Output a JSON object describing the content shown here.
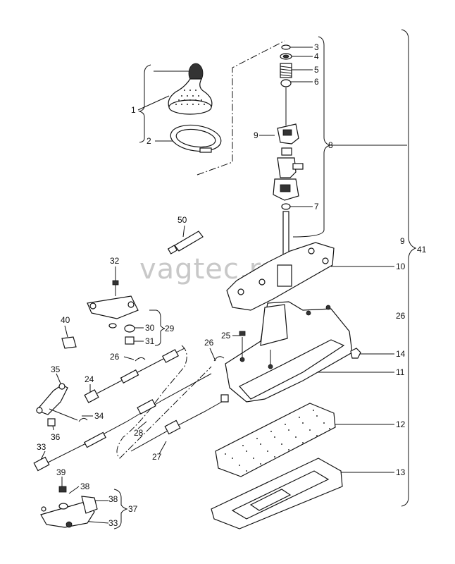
{
  "watermark": "vagtec.ru",
  "callouts": {
    "c1": "1",
    "c2": "2",
    "c3": "3",
    "c4": "4",
    "c5": "5",
    "c6": "6",
    "c7": "7",
    "c8": "8",
    "c9a": "9",
    "c9b": "9",
    "c10": "10",
    "c11": "11",
    "c12": "12",
    "c13": "13",
    "c14": "14",
    "c24": "24",
    "c25": "25",
    "c26a": "26",
    "c26b": "26",
    "c26c": "26",
    "c27": "27",
    "c28": "28",
    "c29": "29",
    "c30": "30",
    "c31": "31",
    "c32": "32",
    "c33a": "33",
    "c33b": "33",
    "c34": "34",
    "c35": "35",
    "c36": "36",
    "c37": "37",
    "c38a": "38",
    "c38b": "38",
    "c39": "39",
    "c40": "40",
    "c41": "41",
    "c50": "50"
  }
}
